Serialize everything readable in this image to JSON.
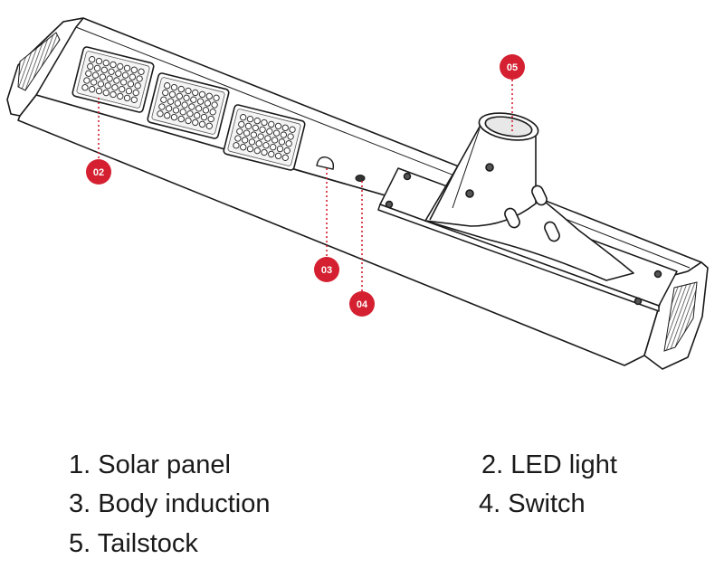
{
  "callouts": {
    "c02": "02",
    "c03": "03",
    "c04": "04",
    "c05": "05"
  },
  "legend": {
    "item1": "1. Solar panel",
    "item2": "2. LED light",
    "item3": "3. Body induction",
    "item4": "4. Switch",
    "item5": "5. Tailstock"
  },
  "colors": {
    "callout": "#d42030",
    "line": "#1a1a1a"
  }
}
